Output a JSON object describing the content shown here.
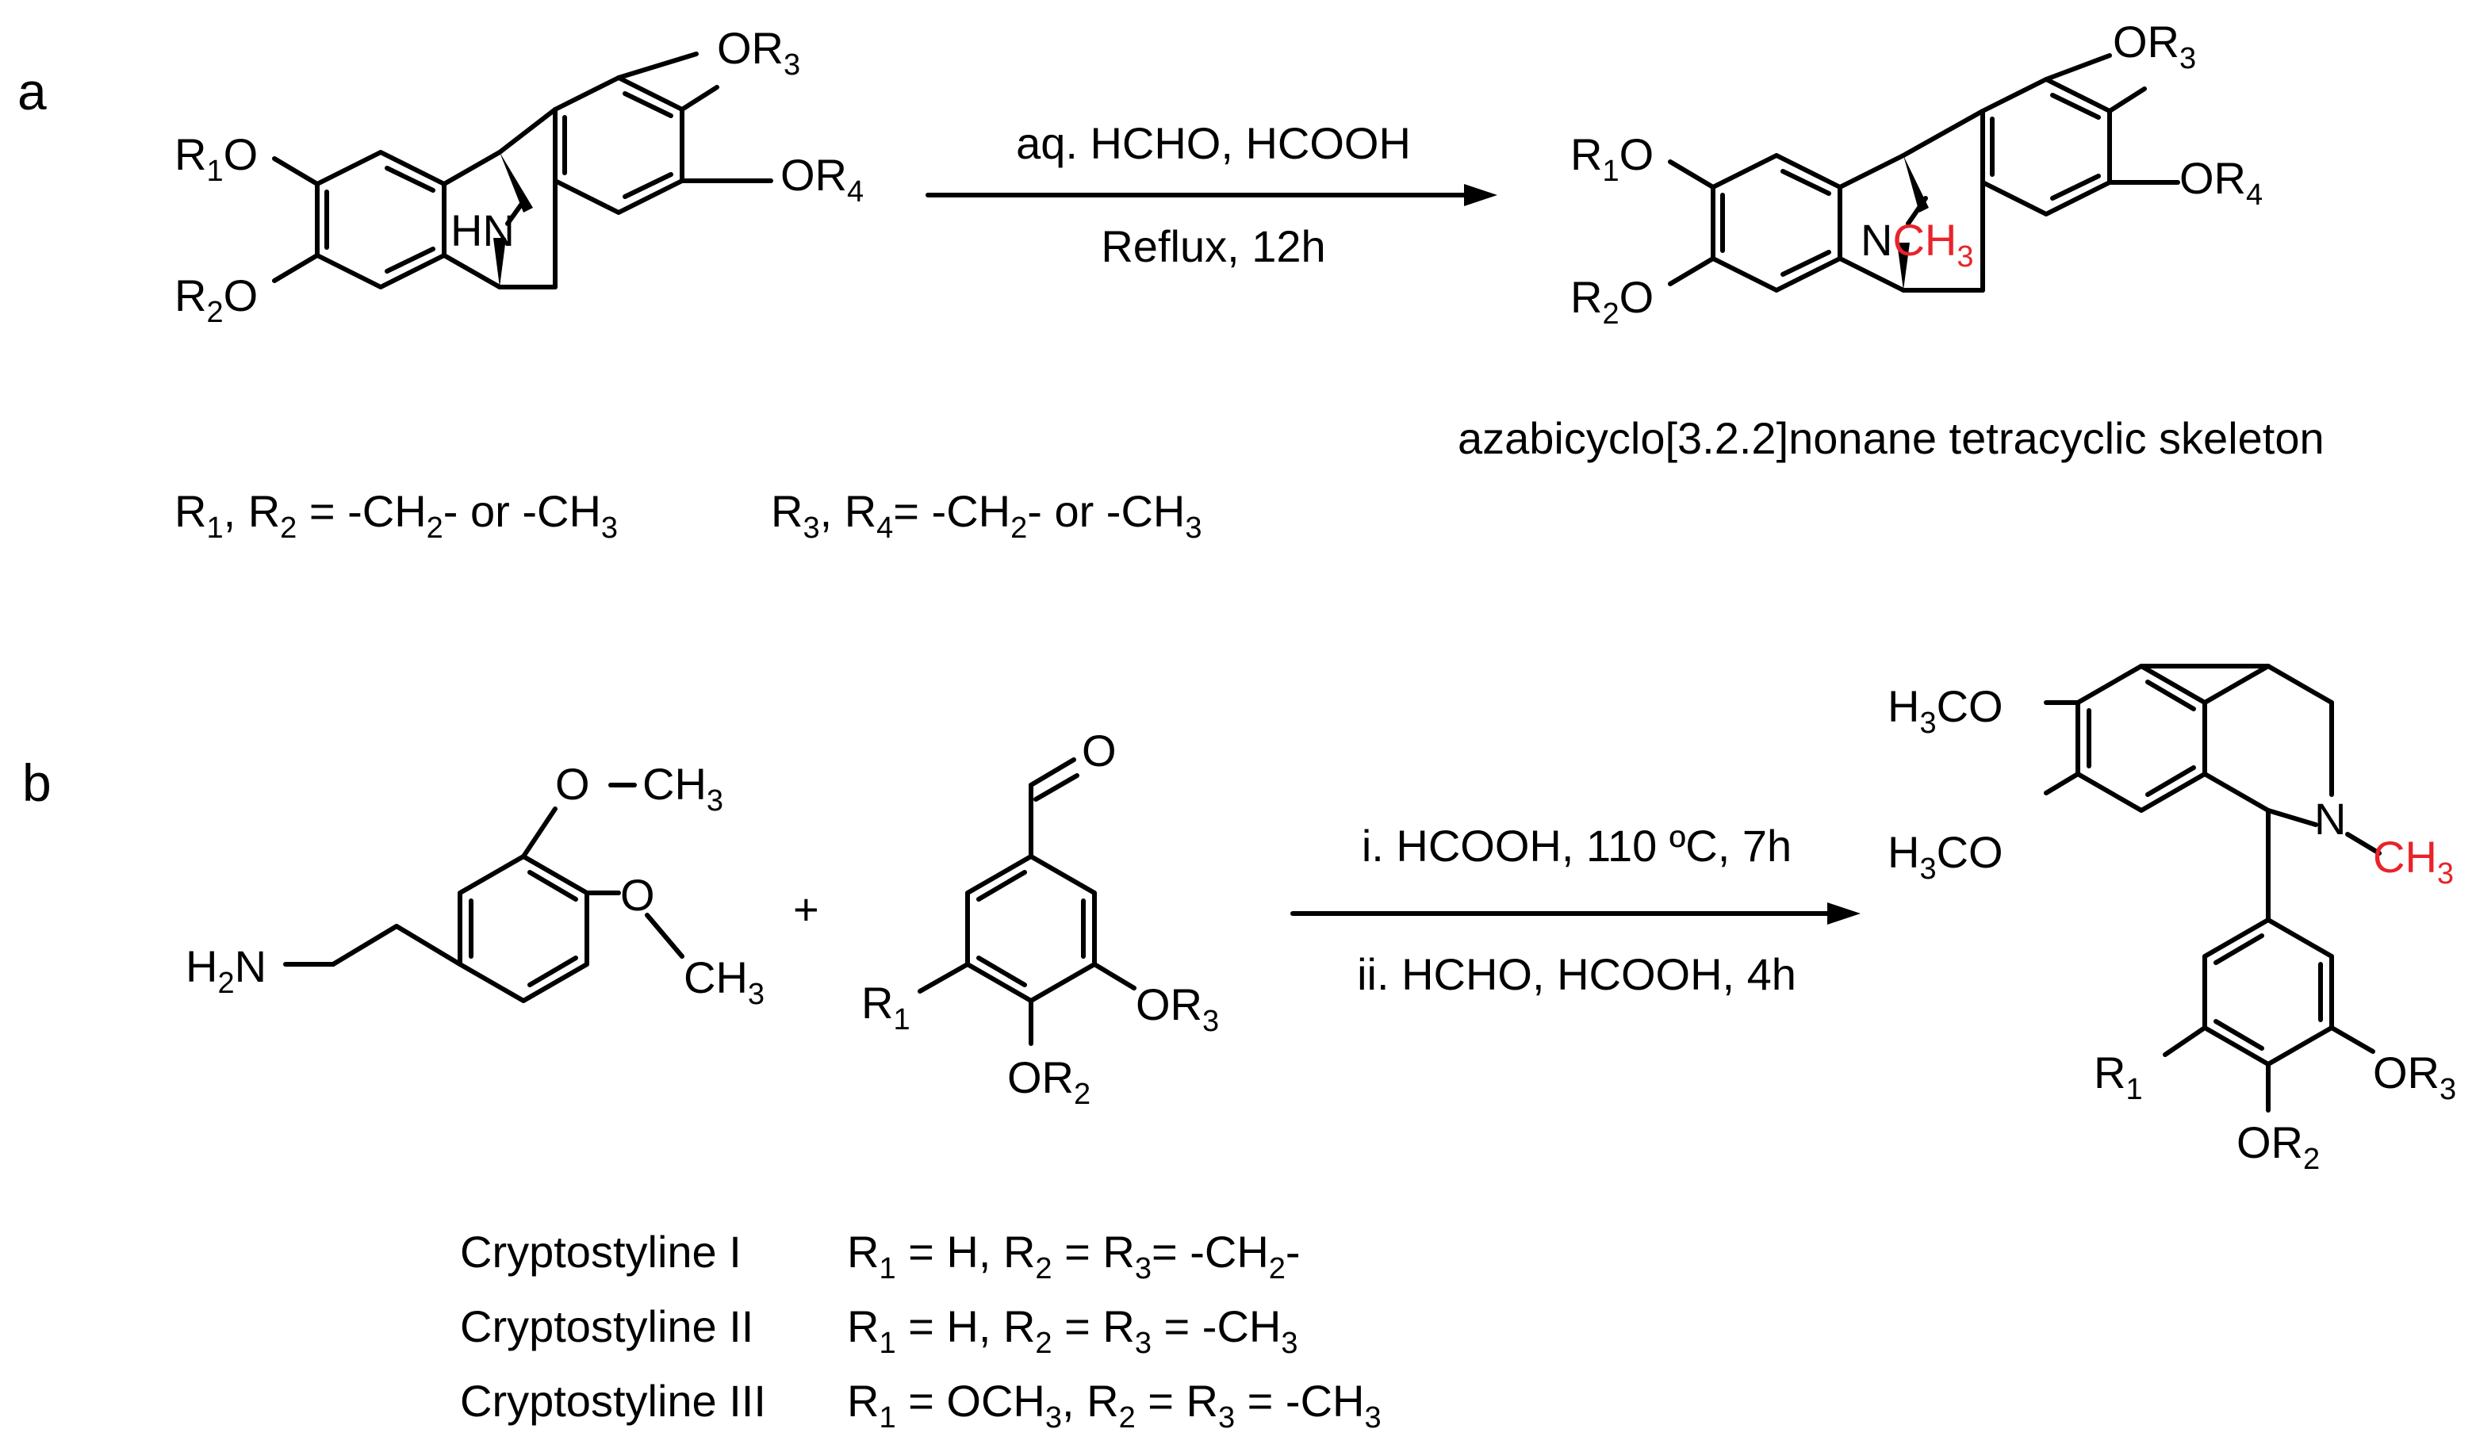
{
  "panel_a": {
    "label": "a",
    "reagents_top": "aq. HCHO, HCOOH",
    "reagents_bottom": "Reflux, 12h",
    "sm_R1O": {
      "a": "R",
      "s": "1",
      "b": "O"
    },
    "sm_R2O": {
      "a": "R",
      "s": "2",
      "b": "O"
    },
    "sm_OR3": {
      "a": "OR",
      "s": "3"
    },
    "sm_OR4": {
      "a": "OR",
      "s": "4"
    },
    "sm_NH": "HN",
    "pr_R1O": {
      "a": "R",
      "s": "1",
      "b": "O"
    },
    "pr_R2O": {
      "a": "R",
      "s": "2",
      "b": "O"
    },
    "pr_OR3": {
      "a": "OR",
      "s": "3"
    },
    "pr_OR4": {
      "a": "OR",
      "s": "4"
    },
    "pr_N": "N",
    "pr_NMe": {
      "a": "CH",
      "s": "3"
    },
    "skeleton_caption": "azabicyclo[3.2.2]nonane tetracyclic skeleton",
    "def_left": {
      "r1": "R",
      "s1": "1",
      "r2": ", R",
      "s2": "2",
      "rest": " = -CH",
      "s3": "2",
      "rest2": "- or -CH",
      "s4": "3"
    },
    "def_right": {
      "r1": "R",
      "s1": "3",
      "r2": ", R",
      "s2": "4",
      "rest": "= -CH",
      "s3": "2",
      "rest2": "- or -CH",
      "s4": "3"
    }
  },
  "panel_b": {
    "label": "b",
    "amine_OMe1": {
      "a": "O",
      "b": "CH",
      "s": "3"
    },
    "amine_OMe2_O": "O",
    "amine_OMe2_CH3": {
      "a": "CH",
      "s": "3"
    },
    "amine_NH2": {
      "a": "H",
      "s": "2",
      "b": "N"
    },
    "plus": "+",
    "ald_O": "O",
    "ald_R1": {
      "a": "R",
      "s": "1"
    },
    "ald_OR3": {
      "a": "OR",
      "s": "3"
    },
    "ald_OR2": {
      "a": "OR",
      "s": "2"
    },
    "step1": "i. HCOOH, 110 ºC, 7h",
    "step2": "ii. HCHO, HCOOH, 4h",
    "pr_MeO1": {
      "a": "H",
      "s": "3",
      "b": "CO"
    },
    "pr_MeO2": {
      "a": "H",
      "s": "3",
      "b": "CO"
    },
    "pr_N": "N",
    "pr_NMe": {
      "a": "CH",
      "s": "3"
    },
    "pr_R1": {
      "a": "R",
      "s": "1"
    },
    "pr_OR3": {
      "a": "OR",
      "s": "3"
    },
    "pr_OR2": {
      "a": "OR",
      "s": "2"
    },
    "compounds": [
      {
        "name": "Cryptostyline I",
        "r1": "R",
        "s1": "1",
        "m1": " = H, R",
        "s2": "2",
        "m2": " = R",
        "s3": "3",
        "m3": "= -CH",
        "s4": "2",
        "m4": "-"
      },
      {
        "name": "Cryptostyline II",
        "r1": "R",
        "s1": "1",
        "m1": " = H, R",
        "s2": "2",
        "m2": " = R",
        "s3": "3",
        "m3": " = -CH",
        "s4": "3",
        "m4": ""
      },
      {
        "name": "Cryptostyline III",
        "r1": "R",
        "s1": "1",
        "m1": " = OCH",
        "s1b": "3",
        "m1b": ", R",
        "s2": "2",
        "m2": " = R",
        "s3": "3",
        "m3": " = -CH",
        "s4": "3",
        "m4": ""
      }
    ]
  },
  "colors": {
    "highlight": "#e8232a",
    "ink": "#000000",
    "background": "#ffffff"
  }
}
